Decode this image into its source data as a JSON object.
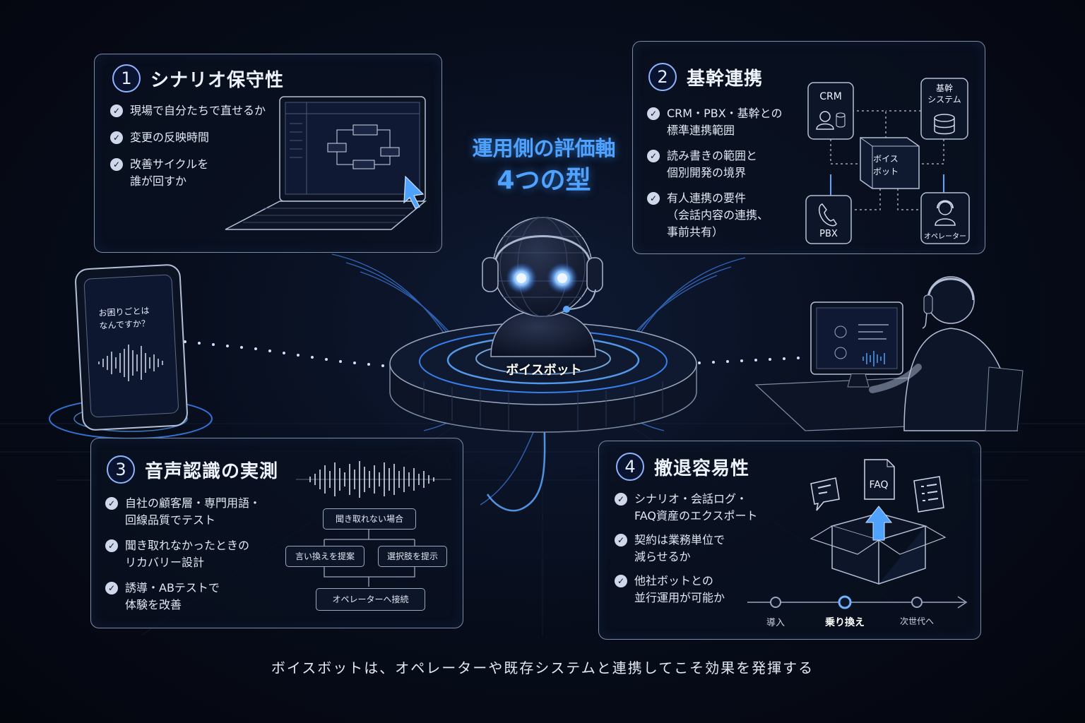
{
  "center": {
    "line1": "運用側の評価軸",
    "line2": "4つの型",
    "bot_label": "ボイスボット"
  },
  "cards": [
    {
      "num": "1",
      "title": "シナリオ保守性",
      "items": [
        "現場で自分たちで直せるか",
        "変更の反映時間",
        "改善サイクルを\n誰が回すか"
      ]
    },
    {
      "num": "2",
      "title": "基幹連携",
      "items": [
        "CRM・PBX・基幹との\n標準連携範囲",
        "読み書きの範囲と\n個別開発の境界",
        "有人連携の要件\n（会話内容の連携、\n事前共有）"
      ]
    },
    {
      "num": "3",
      "title": "音声認識の実測",
      "items": [
        "自社の顧客層・専門用語・\n回線品質でテスト",
        "聞き取れなかったときの\nリカバリー設計",
        "誘導・ABテストで\n体験を改善"
      ]
    },
    {
      "num": "4",
      "title": "撤退容易性",
      "items": [
        "シナリオ・会話ログ・\nFAQ資産のエクスポート",
        "契約は業務単位で\n減らせるか",
        "他社ボットとの\n並行運用が可能か"
      ]
    }
  ],
  "integration": {
    "crm": "CRM",
    "core": "基幹\nシステム",
    "bot": "ボイス\nボット",
    "pbx": "PBX",
    "operator": "オペレーター"
  },
  "phone": {
    "text": "お困りごとは\nなんですか？"
  },
  "flow": {
    "top": "聞き取れない場合",
    "left": "言い換えを提案",
    "right": "選択肢を提示",
    "bottom": "オペレーターへ接続"
  },
  "exit": {
    "faq": "FAQ",
    "steps": [
      "導入",
      "乗り換え",
      "次世代へ"
    ],
    "active_step": 1
  },
  "footer": "ボイスボットは、オペレーターや既存システムと連携してこそ効果を発揮する",
  "colors": {
    "accent": "#4fa3ff",
    "glow": "#8ec5ff",
    "line": "#7d8aa3"
  }
}
